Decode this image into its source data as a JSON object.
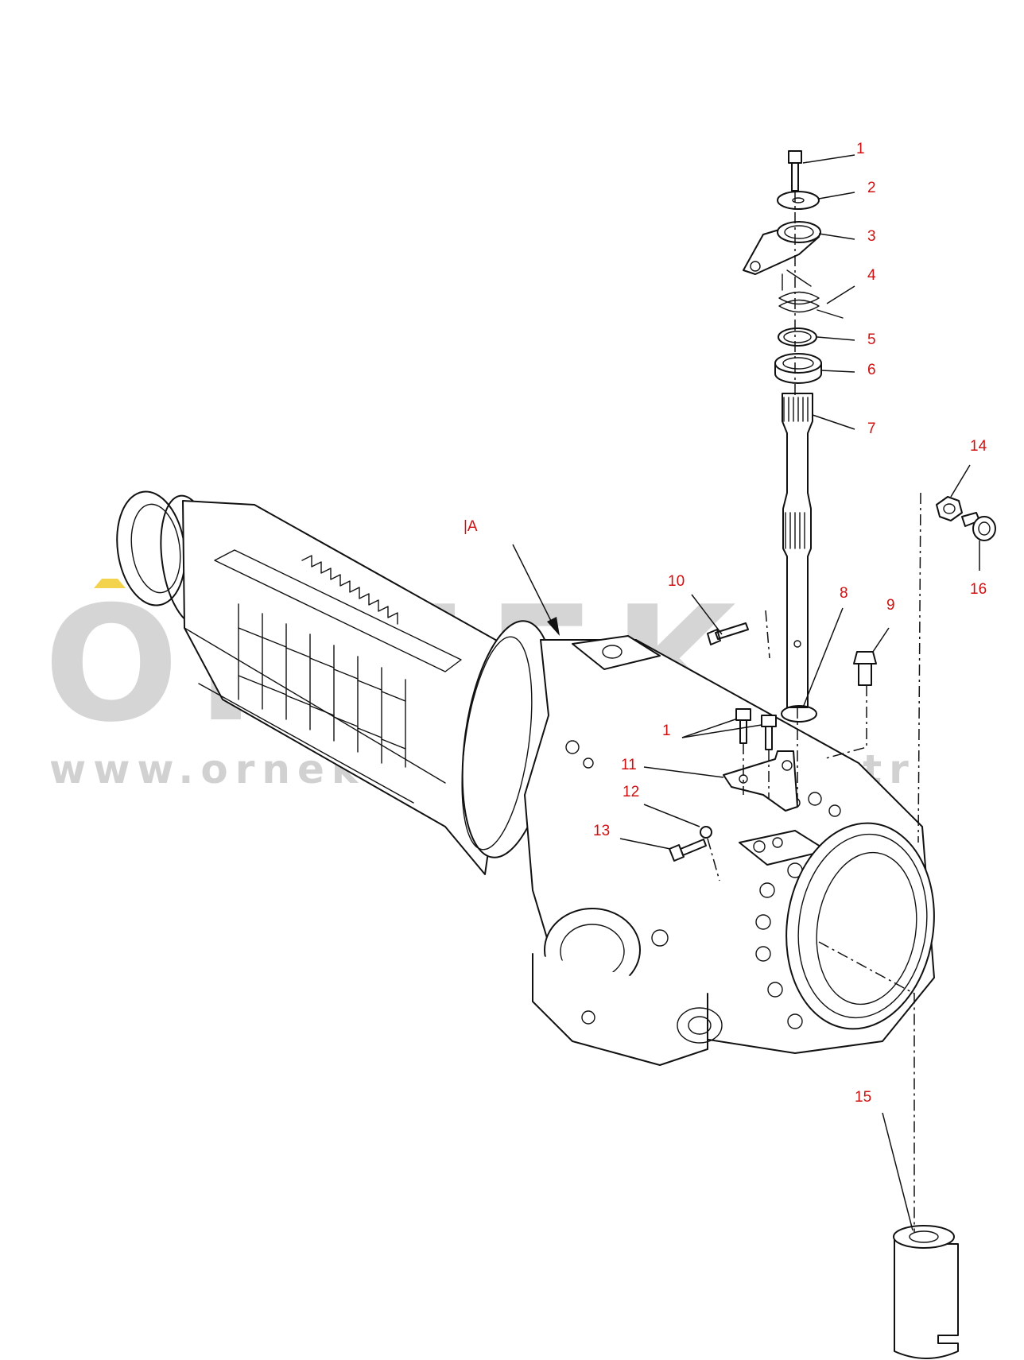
{
  "colors": {
    "callout": "#d01010",
    "line": "#111111",
    "watermark": "#b4b4b4",
    "watermark_accent": "#f0c000"
  },
  "watermark": {
    "word": "ORNEK",
    "url": "www.orneksmakinalari.com.tr"
  },
  "view_label": "|A",
  "callouts": [
    {
      "id": "c1",
      "text": "1"
    },
    {
      "id": "c2",
      "text": "2"
    },
    {
      "id": "c3",
      "text": "3"
    },
    {
      "id": "c4",
      "text": "4"
    },
    {
      "id": "c5",
      "text": "5"
    },
    {
      "id": "c6",
      "text": "6"
    },
    {
      "id": "c7",
      "text": "7"
    },
    {
      "id": "c8",
      "text": "8"
    },
    {
      "id": "c9",
      "text": "9"
    },
    {
      "id": "c10",
      "text": "10"
    },
    {
      "id": "c1b",
      "text": "1"
    },
    {
      "id": "c11",
      "text": "11"
    },
    {
      "id": "c12",
      "text": "12"
    },
    {
      "id": "c13",
      "text": "13"
    },
    {
      "id": "c14",
      "text": "14"
    },
    {
      "id": "c15",
      "text": "15"
    },
    {
      "id": "c16",
      "text": "16"
    }
  ]
}
